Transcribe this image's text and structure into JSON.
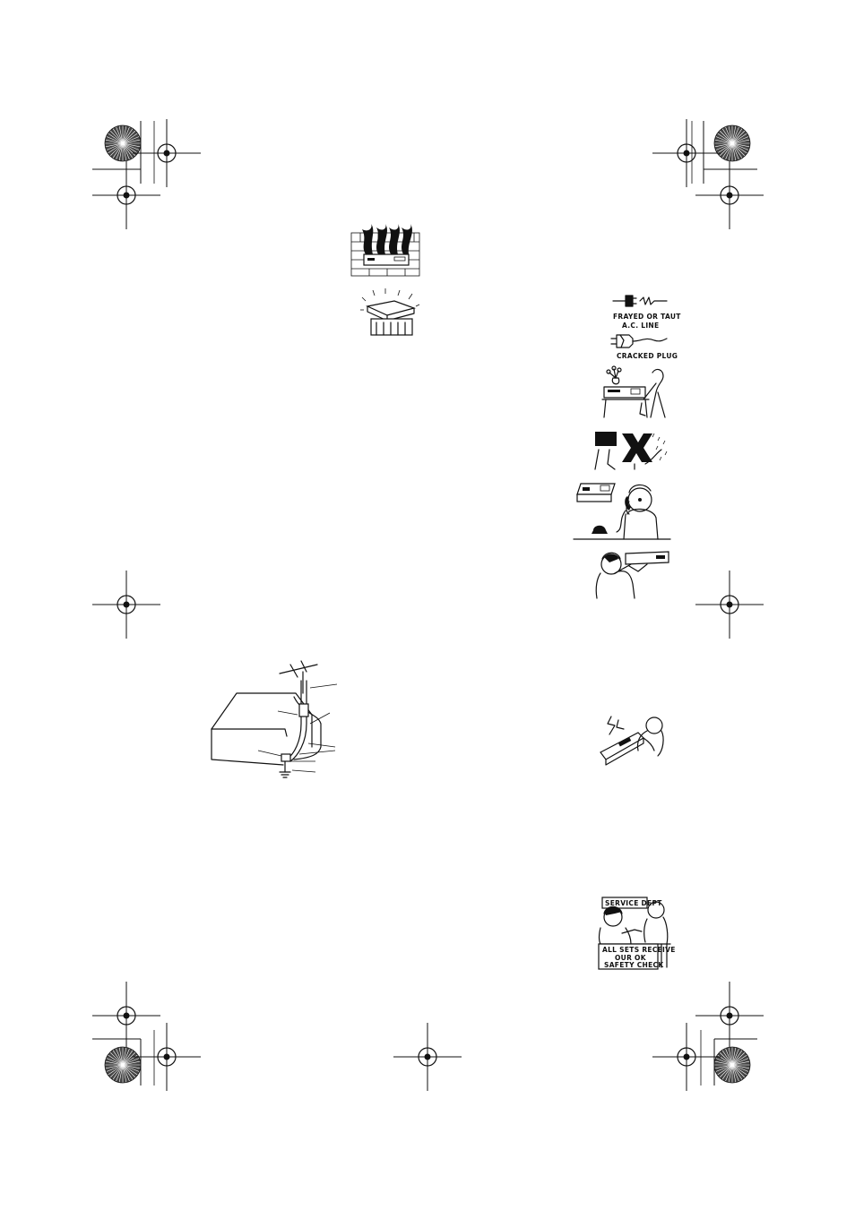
{
  "illustrations": {
    "frayed_cord_caption": [
      "FRAYED OR TAUT",
      "A.C. LINE"
    ],
    "cracked_plug_caption": "CRACKED PLUG",
    "service_dept_sign": "SERVICE DEPT",
    "safety_check_sign": [
      "ALL SETS RECEIVE",
      "OUR OK",
      "SAFETY CHECK"
    ]
  }
}
